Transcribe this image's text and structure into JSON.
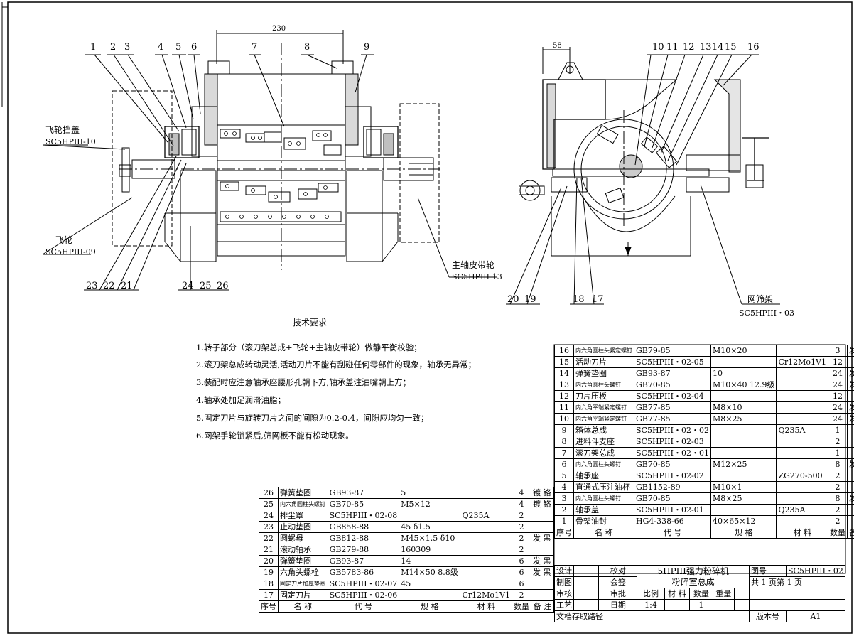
{
  "left_view": {
    "dimension_top": "230",
    "balloons_top": [
      "1",
      "2",
      "3",
      "4",
      "5",
      "6",
      "7",
      "8",
      "9"
    ],
    "balloons_bottom": [
      "23",
      "22",
      "21",
      "24",
      "25",
      "26"
    ],
    "flywheel_cap": {
      "name": "飞轮挡盖",
      "code": "SC5HPIII-10"
    },
    "flywheel": {
      "name": "飞轮",
      "code": "SC5HPIII-09"
    },
    "main_pulley": {
      "name": "主轴皮带轮",
      "code": "SC5HPIII-13"
    }
  },
  "right_view": {
    "dimension_top": "58",
    "balloons_top": [
      "10",
      "11",
      "12",
      "13",
      "14",
      "15",
      "16"
    ],
    "balloons_bottom": [
      "20",
      "19",
      "18",
      "17"
    ],
    "screen_frame": {
      "name": "网筛架",
      "code": "SC5HPIII・03"
    }
  },
  "tech": {
    "title": "技术要求",
    "items": [
      "1.转子部分（滚刀架总成+飞轮+主轴皮带轮）做静平衡校验；",
      "2.滚刀架总成转动灵活,活动刀片不能有刮碰任何零部件的现象，轴承无异常；",
      "3.装配时应注意轴承座腰形孔朝下方,轴承盖注油嘴朝上方；",
      "4.轴承处加足润滑油脂；",
      "5.固定刀片与旋转刀片之间的间隙为0.2-0.4，间隙应均匀一致；",
      "6.网架手轮锁紧后,筛网板不能有松动现象。"
    ]
  },
  "bom_right": [
    {
      "no": "16",
      "name": "内六角圆柱头紧定螺钉",
      "small": true,
      "code": "GB79-85",
      "spec": "M10×20",
      "mat": "",
      "qty": "3",
      "note": "发 黑"
    },
    {
      "no": "15",
      "name": "活动刀片",
      "small": false,
      "code": "SC5HPIII・02-05",
      "spec": "",
      "mat": "Cr12Mo1V1",
      "qty": "12",
      "note": ""
    },
    {
      "no": "14",
      "name": "弹簧垫圈",
      "small": false,
      "code": "GB93-87",
      "spec": "10",
      "mat": "",
      "qty": "24",
      "note": "发 黑"
    },
    {
      "no": "13",
      "name": "内六角圆柱头螺钉",
      "small": true,
      "code": "GB70-85",
      "spec": "M10×40 12.9级",
      "mat": "",
      "qty": "24",
      "note": "发 黑"
    },
    {
      "no": "12",
      "name": "刀片压板",
      "small": false,
      "code": "SC5HPIII・02-04",
      "spec": "",
      "mat": "",
      "qty": "12",
      "note": ""
    },
    {
      "no": "11",
      "name": "内六角平端紧定螺钉",
      "small": true,
      "code": "GB77-85",
      "spec": "M8×10",
      "mat": "",
      "qty": "24",
      "note": "发 黑"
    },
    {
      "no": "10",
      "name": "内六角平端紧定螺钉",
      "small": true,
      "code": "GB77-85",
      "spec": "M8×25",
      "mat": "",
      "qty": "24",
      "note": "发 黑"
    },
    {
      "no": "9",
      "name": "箱体总成",
      "small": false,
      "code": "SC5HPIII・02・02",
      "spec": "",
      "mat": "Q235A",
      "qty": "1",
      "note": ""
    },
    {
      "no": "8",
      "name": "进料斗支座",
      "small": false,
      "code": "SC5HPIII・02-03",
      "spec": "",
      "mat": "",
      "qty": "2",
      "note": ""
    },
    {
      "no": "7",
      "name": "滚刀架总成",
      "small": false,
      "code": "SC5HPIII・02・01",
      "spec": "",
      "mat": "",
      "qty": "1",
      "note": ""
    },
    {
      "no": "6",
      "name": "内六角圆柱头螺钉",
      "small": true,
      "code": "GB70-85",
      "spec": "M12×25",
      "mat": "",
      "qty": "8",
      "note": "发 黑"
    },
    {
      "no": "5",
      "name": "轴承座",
      "small": false,
      "code": "SC5HPIII・02-02",
      "spec": "",
      "mat": "ZG270-500",
      "qty": "2",
      "note": ""
    },
    {
      "no": "4",
      "name": "直通式压注油杯",
      "small": false,
      "code": "GB1152-89",
      "spec": "M10×1",
      "mat": "",
      "qty": "2",
      "note": ""
    },
    {
      "no": "3",
      "name": "内六角圆柱头螺钉",
      "small": true,
      "code": "GB70-85",
      "spec": "M8×25",
      "mat": "",
      "qty": "8",
      "note": "发 黑"
    },
    {
      "no": "2",
      "name": "轴承盖",
      "small": false,
      "code": "SC5HPIII・02-01",
      "spec": "",
      "mat": "Q235A",
      "qty": "2",
      "note": ""
    },
    {
      "no": "1",
      "name": "骨架油封",
      "small": false,
      "code": "HG4-338-66",
      "spec": "40×65×12",
      "mat": "",
      "qty": "2",
      "note": ""
    }
  ],
  "bom_right_header": [
    "序号",
    "名  称",
    "代  号",
    "规  格",
    "材  料",
    "数量",
    "备  注"
  ],
  "bom_left": [
    {
      "no": "26",
      "name": "弹簧垫圈",
      "small": false,
      "code": "GB93-87",
      "spec": "5",
      "mat": "",
      "qty": "4",
      "note": "镀 铬"
    },
    {
      "no": "25",
      "name": "内六角圆柱头螺钉",
      "small": true,
      "code": "GB70-85",
      "spec": "M5×12",
      "mat": "",
      "qty": "4",
      "note": "镀 铬"
    },
    {
      "no": "24",
      "name": "排尘罩",
      "small": false,
      "code": "SC5HPIII・02-08",
      "spec": "",
      "mat": "Q235A",
      "qty": "2",
      "note": ""
    },
    {
      "no": "23",
      "name": "止动垫圈",
      "small": false,
      "code": "GB858-88",
      "spec": "45  δ1.5",
      "mat": "",
      "qty": "2",
      "note": ""
    },
    {
      "no": "22",
      "name": "圆螺母",
      "small": false,
      "code": "GB812-88",
      "spec": "M45×1.5 δ10",
      "mat": "",
      "qty": "2",
      "note": "发 黑"
    },
    {
      "no": "21",
      "name": "滚动轴承",
      "small": false,
      "code": "GB279-88",
      "spec": "160309",
      "mat": "",
      "qty": "2",
      "note": ""
    },
    {
      "no": "20",
      "name": "弹簧垫圈",
      "small": false,
      "code": "GB93-87",
      "spec": "14",
      "mat": "",
      "qty": "6",
      "note": "发 黑"
    },
    {
      "no": "19",
      "name": "六角头螺栓",
      "small": false,
      "code": "GB5783-86",
      "spec": "M14×50 8.8级",
      "mat": "",
      "qty": "6",
      "note": "发 黑"
    },
    {
      "no": "18",
      "name": "固定刀片加厚垫圈",
      "small": true,
      "code": "SC5HPIII・02-07",
      "spec": "45",
      "mat": "",
      "qty": "6",
      "note": ""
    },
    {
      "no": "17",
      "name": "固定刀片",
      "small": false,
      "code": "SC5HPIII・02-06",
      "spec": "",
      "mat": "Cr12Mo1V1",
      "qty": "2",
      "note": ""
    }
  ],
  "bom_left_header": [
    "序号",
    "名  称",
    "代  号",
    "规  格",
    "材  料",
    "数量",
    "备  注"
  ],
  "title_block": {
    "design": "设计",
    "check": "校对",
    "drawing": "制图",
    "countersign": "会签",
    "review": "审核",
    "approve": "审批",
    "process": "工艺",
    "date": "日期",
    "product": "5HPIII强力粉碎机",
    "assembly": "粉碎室总成",
    "drawing_no_label": "图号",
    "drawing_no": "SC5HPIII・02",
    "sheets": "共  1  页第  1  页",
    "scale_label": "比例",
    "material_label": "材 料",
    "qty_label": "数量",
    "weight_label": "重量",
    "scale": "1:4",
    "qty": "1",
    "archive": "文档存取路径",
    "version_label": "版本号",
    "version": "A1"
  }
}
